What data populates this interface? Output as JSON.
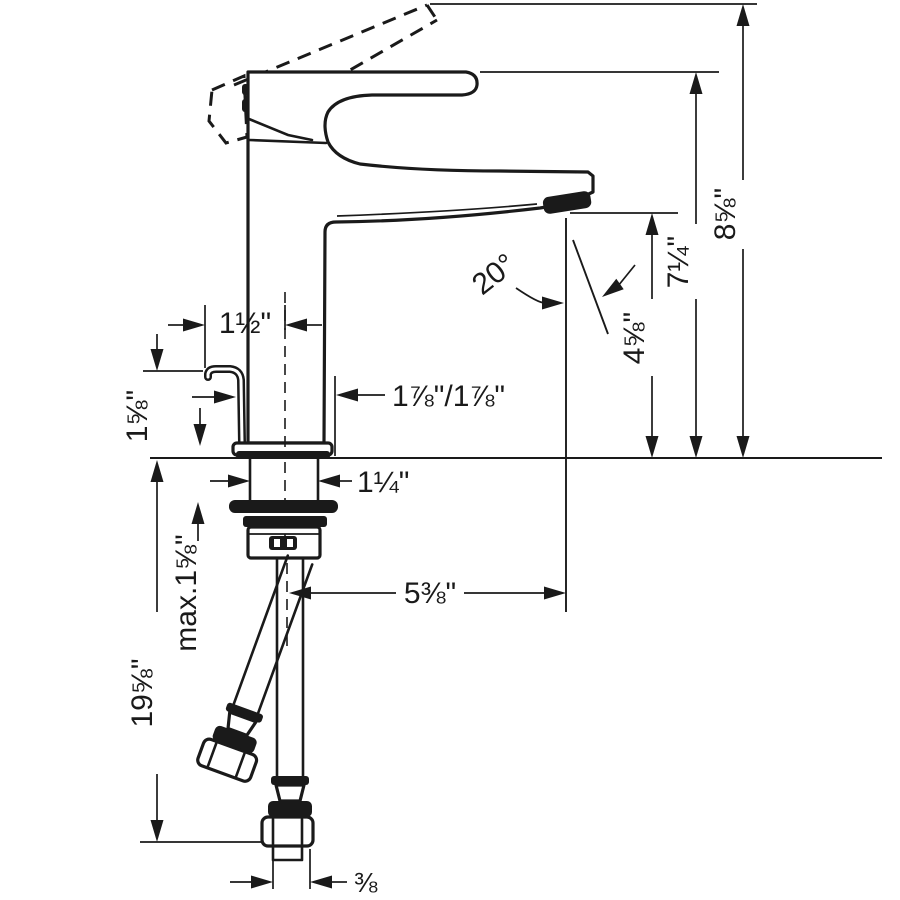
{
  "dimensions": {
    "rod_offset": "1½\"",
    "rod_height": "1⅝\"",
    "base_size": "1⅞\"/1⅞\"",
    "shank_diameter": "1¼\"",
    "max_counter_thickness": "max.1⅝\"",
    "hose_length": "19⅝\"",
    "spout_reach": "5⅜\"",
    "supply_connection": "⅜",
    "spout_angle": "20°",
    "aerator_height": "4⅝\"",
    "body_height": "7¼\"",
    "total_height": "8⅝\""
  },
  "colors": {
    "line": "#1a1a1a",
    "background": "#ffffff"
  }
}
